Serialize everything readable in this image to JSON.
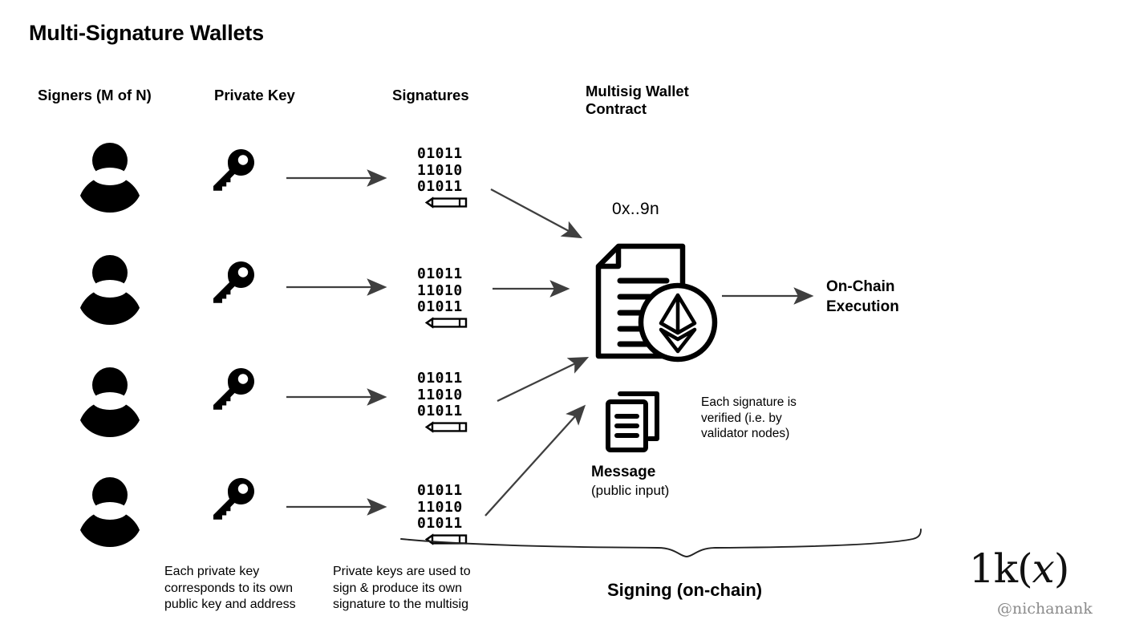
{
  "title": "Multi-Signature Wallets",
  "columns": {
    "signers": "Signers (M of N)",
    "private_key": "Private Key",
    "signatures": "Signatures",
    "contract": "Multisig Wallet\nContract"
  },
  "signature_bits": {
    "line1": "01011",
    "line2": "11010",
    "line3": "01011"
  },
  "rows": [
    {
      "id": "row-1",
      "signer_icon": "person-icon",
      "key_icon": "key-icon",
      "signature_icon": "signature-icon"
    },
    {
      "id": "row-2",
      "signer_icon": "person-icon",
      "key_icon": "key-icon",
      "signature_icon": "signature-icon"
    },
    {
      "id": "row-3",
      "signer_icon": "person-icon",
      "key_icon": "key-icon",
      "signature_icon": "signature-icon"
    },
    {
      "id": "row-4",
      "signer_icon": "person-icon",
      "key_icon": "key-icon",
      "signature_icon": "signature-icon"
    }
  ],
  "contract": {
    "address": "0x..9n",
    "icon": "contract-document-ethereum-icon"
  },
  "message": {
    "title": "Message",
    "subtitle": "(public input)",
    "icon": "stacked-documents-icon"
  },
  "verification_note": "Each signature is\nverified (i.e. by\nvalidator nodes)",
  "on_chain_execution": "On-Chain\nExecution",
  "notes": {
    "private_key": "Each private key\ncorresponds to its own\npublic key and address",
    "signing": "Private keys are used to\nsign & produce its own\nsignature to the multisig"
  },
  "brace_caption": "Signing (on-chain)",
  "watermark": {
    "mark": "1k(𝑥)",
    "handle": "@nichanank",
    "handle_color": "#8a8a8a"
  },
  "colors": {
    "background": "#ffffff",
    "foreground": "#000000",
    "arrow": "#3f3f3f",
    "brace": "#222222"
  }
}
